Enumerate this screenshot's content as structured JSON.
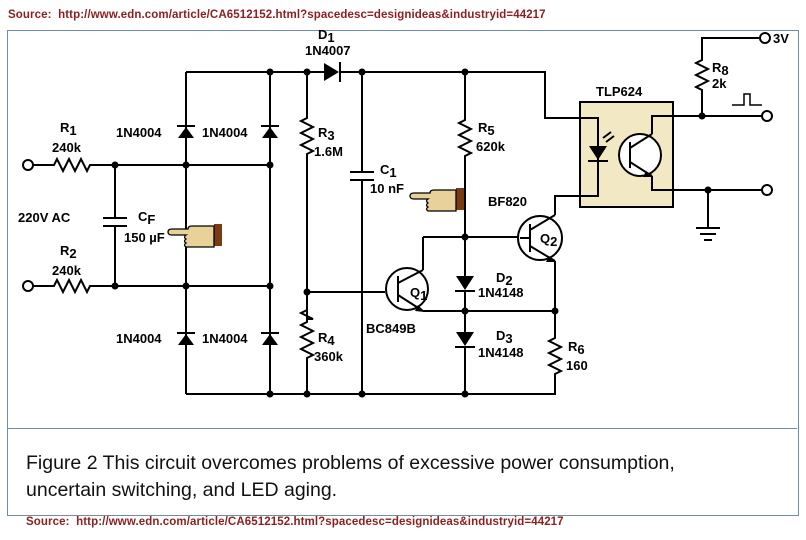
{
  "source": {
    "label": "Source:",
    "url": "http://www.edn.com/article/CA6512152.html?spacedesc=designideas&industryid=44217"
  },
  "caption": {
    "line1": "Figure 2 This circuit overcomes problems of excessive power consumption,",
    "line2": "uncertain switching, and LED aging."
  },
  "components": {
    "r1": {
      "ref": "R",
      "sub": "1",
      "value": "240k"
    },
    "r2": {
      "ref": "R",
      "sub": "2",
      "value": "240k"
    },
    "r3": {
      "ref": "R",
      "sub": "3",
      "value": "1.6M"
    },
    "r4": {
      "ref": "R",
      "sub": "4",
      "value": "360k"
    },
    "r5": {
      "ref": "R",
      "sub": "5",
      "value": "620k"
    },
    "r6": {
      "ref": "R",
      "sub": "6",
      "value": "160"
    },
    "r8": {
      "ref": "R",
      "sub": "8",
      "value": "2k"
    },
    "cf": {
      "ref": "C",
      "sub": "F",
      "value": "150 µF"
    },
    "c1": {
      "ref": "C",
      "sub": "1",
      "value": "10 nF"
    },
    "d1": {
      "ref": "D",
      "sub": "1",
      "value": "1N4007"
    },
    "d2": {
      "ref": "D",
      "sub": "2",
      "value": "1N4148"
    },
    "d3": {
      "ref": "D",
      "sub": "3",
      "value": "1N4148"
    },
    "bridge_diode": "1N4004",
    "q1": {
      "ref": "Q",
      "sub": "1",
      "type": "BC849B"
    },
    "q2": {
      "ref": "Q",
      "sub": "2",
      "type": "BF820"
    },
    "optocoupler": "TLP624",
    "supply": "3V",
    "input": "220V AC"
  },
  "colors": {
    "source_text": "#8c1f1f",
    "frame": "#6e8fa2",
    "optocoupler_fill": "#f2e8c4",
    "hand_fill": "#e8d29a"
  },
  "icons": [
    "pointing-hand-icon",
    "ground-icon",
    "pulse-waveform-icon"
  ]
}
